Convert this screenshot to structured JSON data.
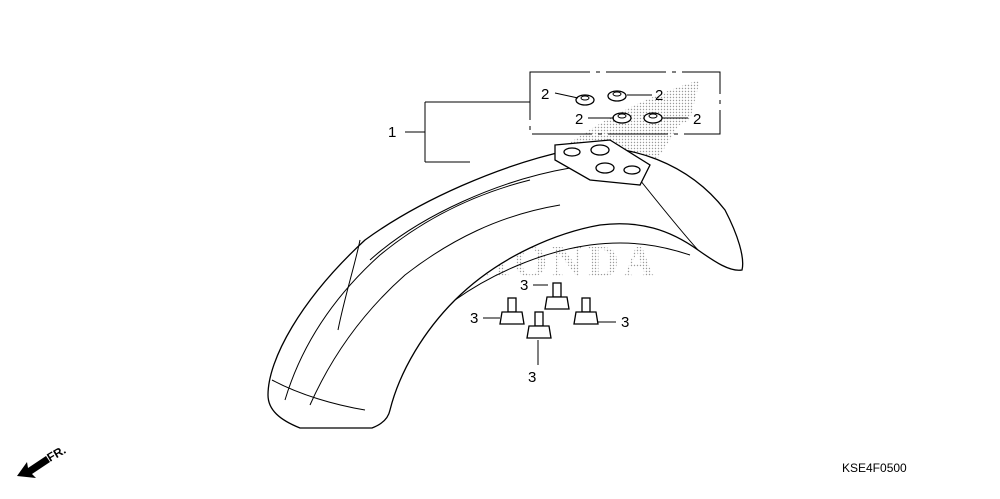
{
  "callouts": {
    "fender": "1",
    "grommet_a": "2",
    "grommet_b": "2",
    "grommet_c": "2",
    "grommet_d": "2",
    "bolt_a": "3",
    "bolt_b": "3",
    "bolt_c": "3",
    "bolt_d": "3"
  },
  "watermark": {
    "text": "HONDA"
  },
  "direction": {
    "label": "FR."
  },
  "diagram_code": "KSE4F0500"
}
